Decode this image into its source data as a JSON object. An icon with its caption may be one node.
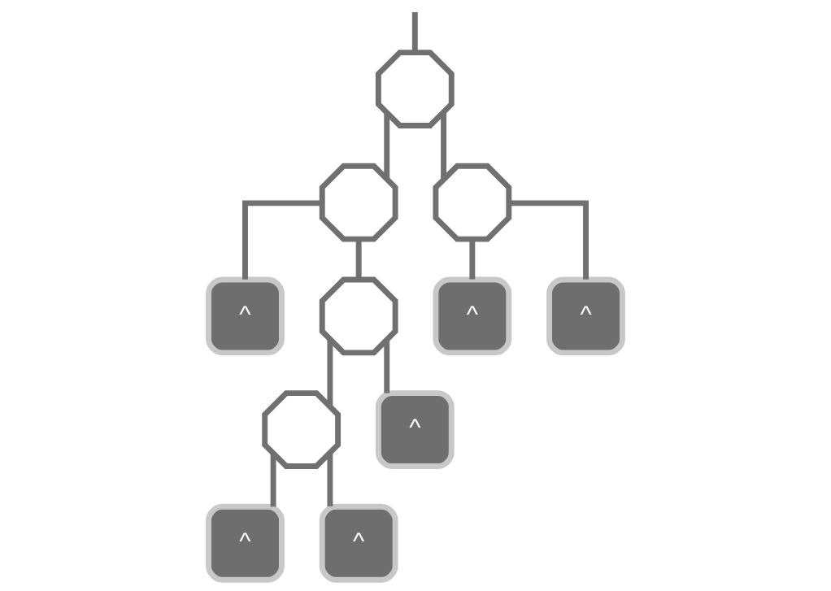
{
  "diagram": {
    "nodes": [
      {
        "text": [],
        "shape": "octagon"
      },
      {
        "text": [],
        "shape": "octagon"
      },
      {
        "text": [],
        "shape": "octagon"
      },
      {
        "text": [
          "^"
        ]
      },
      {
        "text": [],
        "shape": "octagon"
      },
      {
        "text": [
          "^"
        ]
      },
      {
        "text": [
          "^"
        ]
      },
      {
        "text": [],
        "shape": "octagon"
      },
      {
        "text": [
          "^"
        ]
      },
      {
        "text": [
          "^"
        ]
      },
      {
        "text": [
          "^"
        ]
      }
    ],
    "edges": [
      {
        "from": null,
        "to": 0,
        "arrow": "none"
      },
      {
        "from": 0,
        "to": 1,
        "arrow": "none"
      },
      {
        "from": 0,
        "to": 2,
        "arrow": "none"
      },
      {
        "from": 1,
        "to": 3,
        "arrow": "none"
      },
      {
        "from": 1,
        "to": 4,
        "arrow": "none"
      },
      {
        "from": 2,
        "to": 5,
        "arrow": "none"
      },
      {
        "from": 2,
        "to": 6,
        "arrow": "none"
      },
      {
        "from": 4,
        "to": 7,
        "arrow": "none"
      },
      {
        "from": 4,
        "to": 8,
        "arrow": "none"
      },
      {
        "from": 7,
        "to": 9,
        "arrow": "none"
      },
      {
        "from": 7,
        "to": 10,
        "arrow": "none"
      }
    ]
  }
}
